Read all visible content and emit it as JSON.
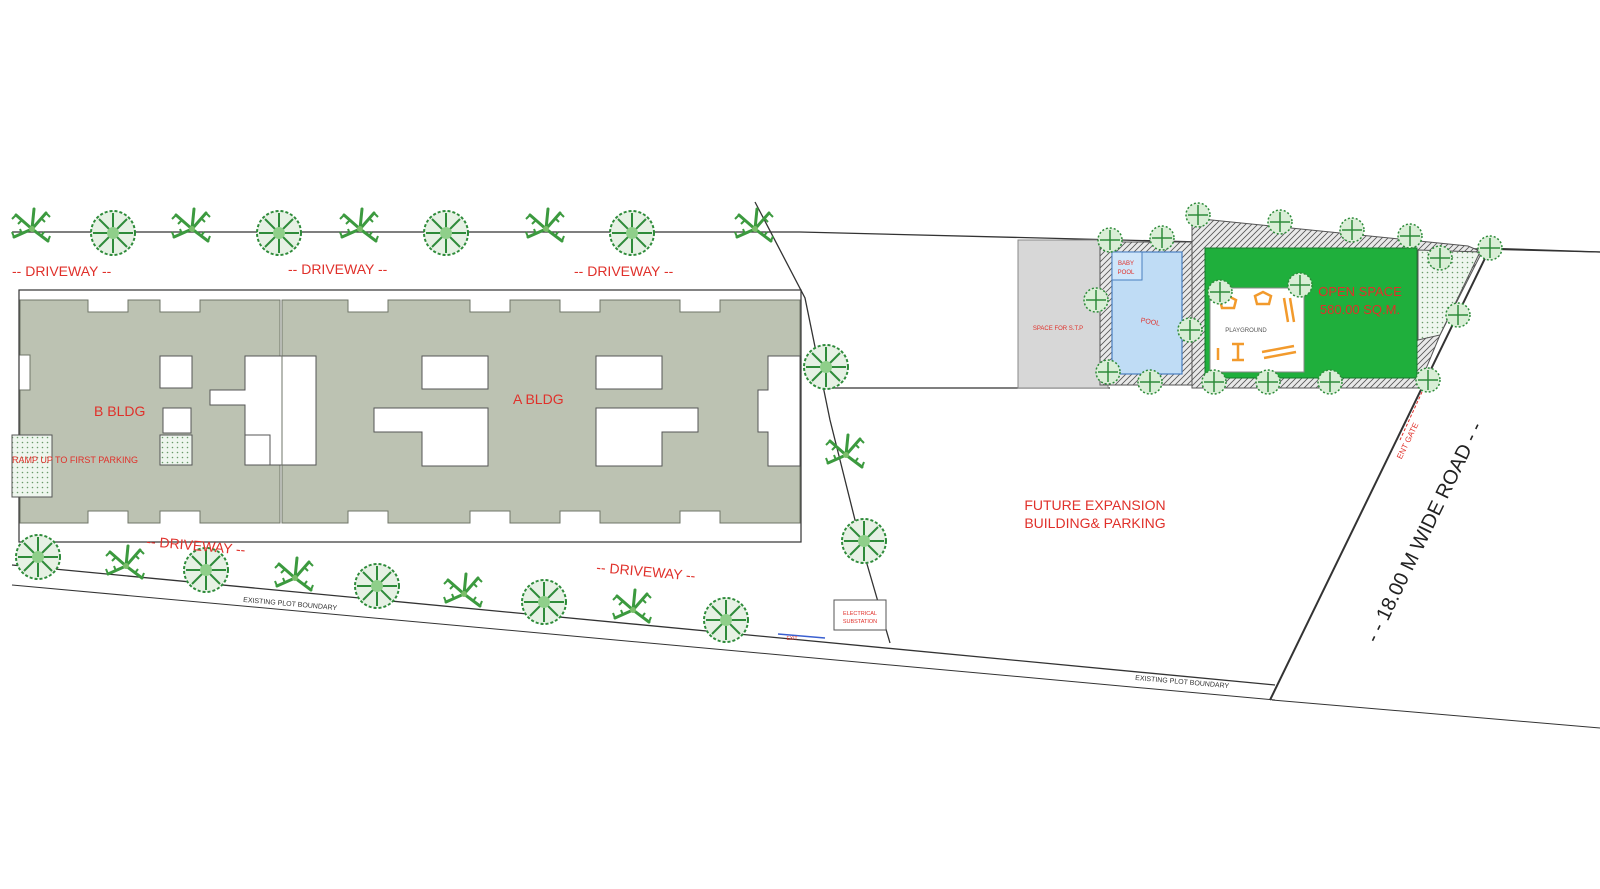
{
  "labels": {
    "driveway_top_1": "-- DRIVEWAY --",
    "driveway_top_2": "-- DRIVEWAY --",
    "driveway_top_3": "-- DRIVEWAY --",
    "driveway_bottom_1": "-- DRIVEWAY --",
    "driveway_bottom_2": "-- DRIVEWAY --",
    "b_bldg": "B BLDG",
    "a_bldg": "A BLDG",
    "ramp": "RAMP UP TO FIRST PARKING",
    "future_1": "FUTURE EXPANSION",
    "future_2": "BUILDING& PARKING",
    "open_space_1": "OPEN SPACE",
    "open_space_2": "580.00 SQ.M.",
    "playground": "PLAYGROUND",
    "pool": "POOL",
    "baby_pool_1": "BABY",
    "baby_pool_2": "POOL",
    "stp": "SPACE FOR S.T.P",
    "road": "- - 18.00 M WIDE ROAD - -",
    "ent_gate": "ENT GATE",
    "boundary_1": "EXISTING PLOT BOUNDARY",
    "boundary_2": "EXISTING PLOT BOUNDARY",
    "substation_1": "ELECTRICAL",
    "substation_2": "SUBSTATION",
    "exit": "EXIT"
  },
  "colors": {
    "building": "#bcc2b2",
    "label_red": "#e0302a",
    "open_space": "#1faf3c",
    "pool": "#bfdcf5",
    "stp": "#d7d7d7",
    "tree_green": "#2e8b3a"
  },
  "tree_icon": "tree-icon"
}
